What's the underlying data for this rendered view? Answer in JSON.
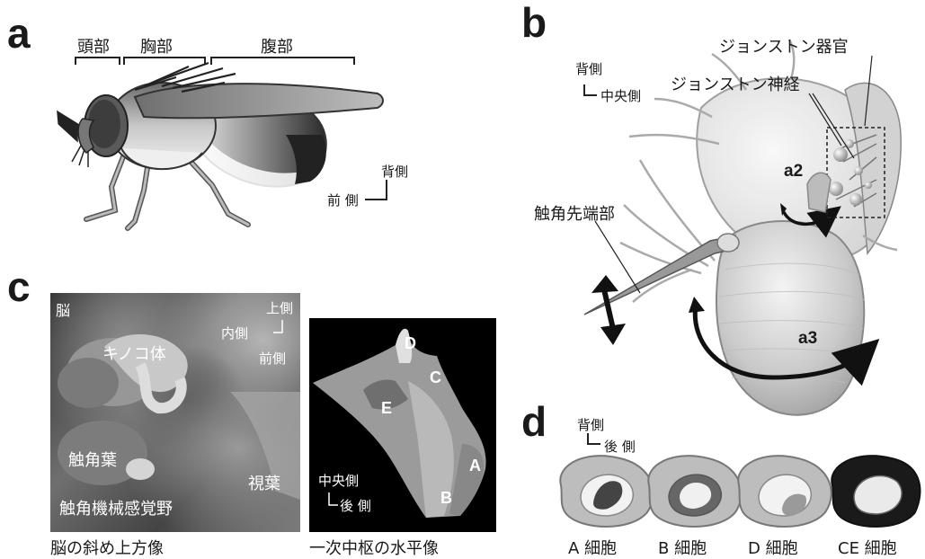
{
  "panel_letters": {
    "a": "a",
    "b": "b",
    "c": "c",
    "d": "d"
  },
  "panel_a": {
    "segments": {
      "head": "頭部",
      "thorax": "胸部",
      "abdomen": "腹部"
    },
    "axes": {
      "dorsal": "背側",
      "anterior": "前 側"
    }
  },
  "panel_b": {
    "axes": {
      "dorsal": "背側",
      "medial": "中央側"
    },
    "labels": {
      "johnston_organ": "ジョンストン器官",
      "johnston_nerve": "ジョンストン神経",
      "arista": "触角先端部",
      "a2": "a2",
      "a3": "a3"
    }
  },
  "panel_c": {
    "brain_image": {
      "brain": "脳",
      "axis_up": "上側",
      "axis_medial": "内側",
      "axis_anterior": "前側",
      "mushroom_body": "キノコ体",
      "antennal_lobe": "触角葉",
      "optic_lobe": "視葉",
      "amma": "触角機械感覚野",
      "caption": "脳の斜め上方像"
    },
    "center_image": {
      "zones": {
        "A": "A",
        "B": "B",
        "C": "C",
        "D": "D",
        "E": "E"
      },
      "axis_medial": "中央側",
      "axis_posterior": "後 側",
      "caption": "一次中枢の水平像"
    }
  },
  "panel_d": {
    "axes": {
      "dorsal": "背側",
      "posterior": "後 側"
    },
    "cells": [
      {
        "label": "A 細胞"
      },
      {
        "label": "B 細胞"
      },
      {
        "label": "D 細胞"
      },
      {
        "label": "CE 細胞"
      }
    ]
  }
}
